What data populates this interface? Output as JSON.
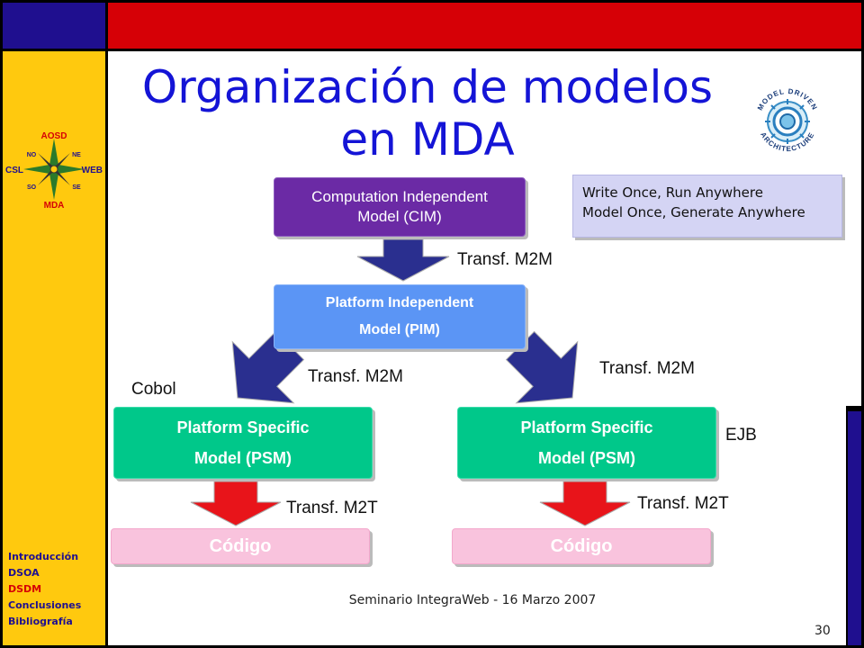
{
  "slide": {
    "title": "Organización de modelos en MDA",
    "footer": "Seminario IntegraWeb - 16 Marzo 2007",
    "page_number": "30"
  },
  "diagram": {
    "cim": {
      "line1": "Computation Independent",
      "line2": "Model (CIM)"
    },
    "pim": {
      "line1": "Platform Independent",
      "line2": "Model (PIM)"
    },
    "psm_left": {
      "line1": "Platform Specific",
      "line2": "Model (PSM)"
    },
    "psm_right": {
      "line1": "Platform Specific",
      "line2": "Model (PSM)"
    },
    "code_left": "Código",
    "code_right": "Código",
    "transf_cim_pim": "Transf. M2M",
    "transf_pim_psm_left": "Transf. M2M",
    "transf_pim_psm_right": "Transf. M2M",
    "transf_psm_code_left": "Transf. M2T",
    "transf_psm_code_right": "Transf. M2T",
    "platform_left": "Cobol",
    "platform_right": "EJB",
    "note": {
      "line1": "Write Once, Run Anywhere",
      "line2": "Model Once, Generate Anywhere"
    }
  },
  "logo_compass": {
    "top": "AOSD",
    "left": "CSL",
    "right": "WEB",
    "bottom": "MDA",
    "nw": "NO",
    "ne": "NE",
    "sw": "SO",
    "se": "SE"
  },
  "logo_mda": {
    "top_text": "MODEL DRIVEN",
    "bottom_text": "ARCHITECTURE"
  },
  "sidebar_menu": [
    {
      "label": "Introducción",
      "active": false
    },
    {
      "label": "DSOA",
      "active": false
    },
    {
      "label": "DSDM",
      "active": true
    },
    {
      "label": "Conclusiones",
      "active": false
    },
    {
      "label": "Bibliografía",
      "active": false
    }
  ],
  "colors": {
    "frame_blue": "#1f0f8f",
    "frame_red": "#d60006",
    "sidebar_yellow": "#ffc90e",
    "title_blue": "#1414d6",
    "cim_purple": "#6b2aa5",
    "pim_blue": "#5b95f5",
    "psm_green": "#00c88a",
    "code_pink": "#f9c3dd",
    "arrow_navy": "#2a2f8f",
    "arrow_red": "#e8141a"
  }
}
